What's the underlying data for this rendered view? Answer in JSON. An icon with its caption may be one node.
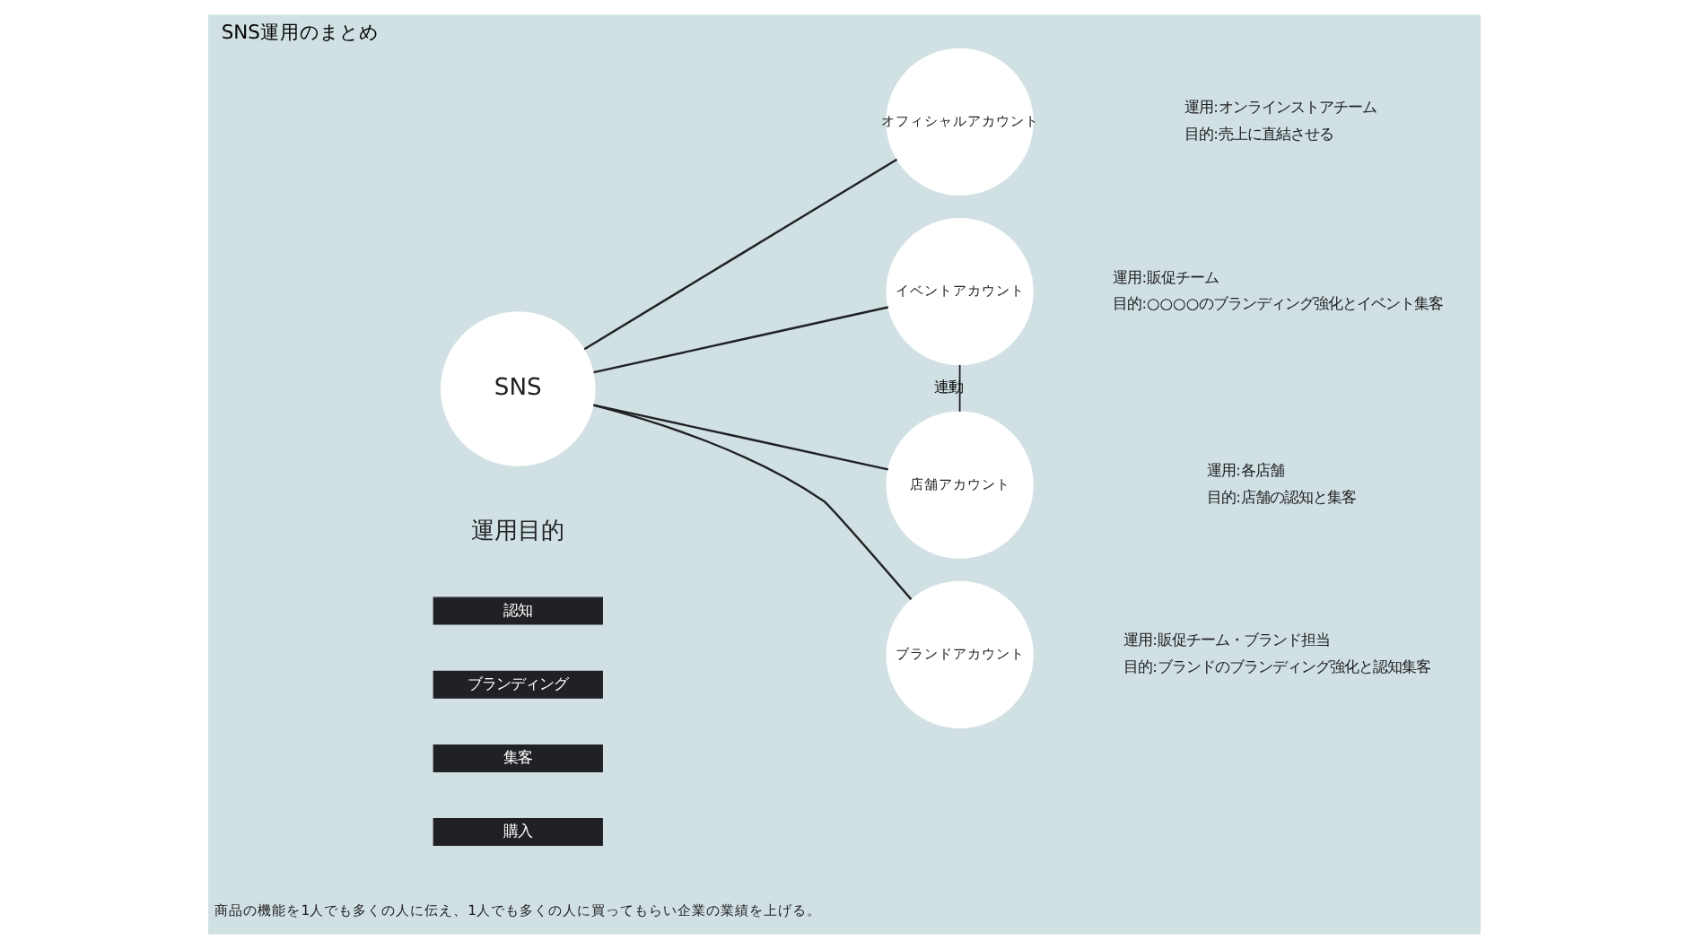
{
  "diagram": {
    "title": "SNS運用のまとめ",
    "nodes": [
      {
        "text": [
          "SNS"
        ]
      },
      {
        "text": [
          "オフィシャルアカウント"
        ],
        "beside": [
          "運用:オンラインストアチーム",
          "目的:売上に直結させる"
        ]
      },
      {
        "text": [
          "イベントアカウント"
        ],
        "beside": [
          "運用:販促チーム",
          "目的:○○○○のブランディング強化とイベント集客"
        ]
      },
      {
        "text": [
          "店舗アカウント"
        ],
        "beside": [
          "運用:各店舗",
          "目的:店舗の認知と集客"
        ]
      },
      {
        "text": [
          "ブランドアカウント"
        ],
        "beside": [
          "運用:販促チーム・ブランド担当",
          "目的:ブランドのブランディング強化と認知集客"
        ]
      },
      {
        "text": [
          "認知"
        ]
      },
      {
        "text": [
          "ブランディング"
        ]
      },
      {
        "text": [
          "集客"
        ]
      },
      {
        "text": [
          "購入"
        ]
      }
    ],
    "edges": [
      {
        "from": 0,
        "to": 1,
        "arrow": "none"
      },
      {
        "from": 0,
        "to": 2,
        "arrow": "none"
      },
      {
        "from": 0,
        "to": 3,
        "arrow": "none"
      },
      {
        "from": 0,
        "to": 4,
        "arrow": "none"
      },
      {
        "from": 2,
        "to": 3,
        "arrow": "none",
        "label": "連動"
      }
    ],
    "labels": [
      "運用目的",
      "商品の機能を1人でも多くの人に伝え、1人でも多くの人に買ってもらい企業の業績を上げる。"
    ]
  }
}
